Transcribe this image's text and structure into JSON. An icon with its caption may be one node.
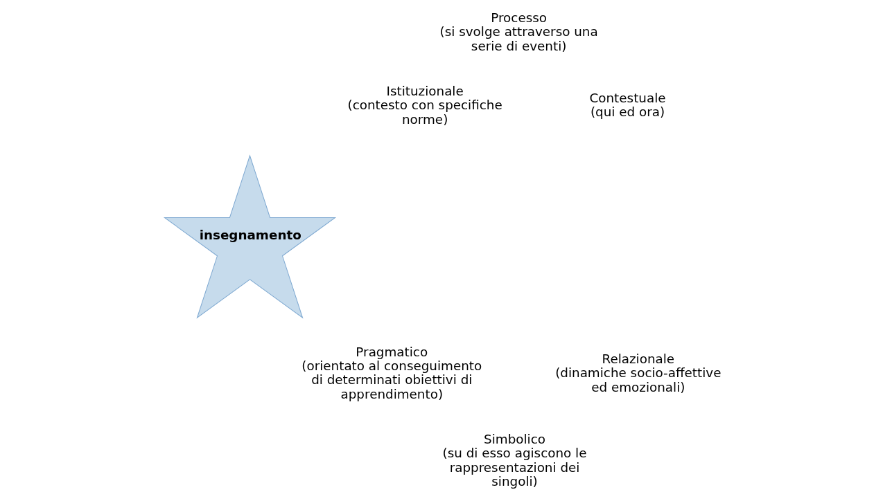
{
  "diagram": {
    "nodes": [
      {
        "text": [
          "insegnamento"
        ]
      }
    ],
    "edges": [],
    "labels": [
      "Processo",
      "(si svolge attraverso una serie di eventi)",
      "Istituzionale",
      "(contesto con specifiche norme)",
      "Contestuale",
      "(qui ed ora)",
      "Pragmatico",
      "(orientato al conseguimento di determinati obiettivi di apprendimento)",
      "Relazionale",
      "(dinamiche socio-affettive ed emozionali)",
      "Simbolico",
      "(su di esso agiscono le rappresentazioni dei singoli)"
    ]
  }
}
